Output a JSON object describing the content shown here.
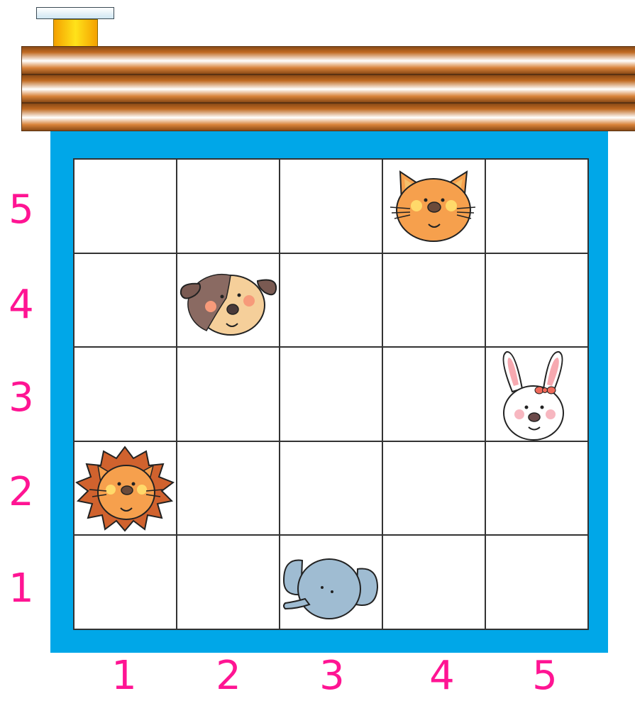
{
  "row_labels": [
    "5",
    "4",
    "3",
    "2",
    "1"
  ],
  "col_labels": [
    "1",
    "2",
    "3",
    "4",
    "5"
  ],
  "animals": [
    {
      "name": "cat",
      "col": 4,
      "row": 5
    },
    {
      "name": "dog",
      "col": 2,
      "row": 4
    },
    {
      "name": "rabbit",
      "col": 5,
      "row": 3
    },
    {
      "name": "lion",
      "col": 1,
      "row": 2
    },
    {
      "name": "elephant",
      "col": 3,
      "row": 1
    }
  ],
  "colors": {
    "board": "#00a7e8",
    "labels": "#ff1493",
    "grid_lines": "#333333"
  }
}
